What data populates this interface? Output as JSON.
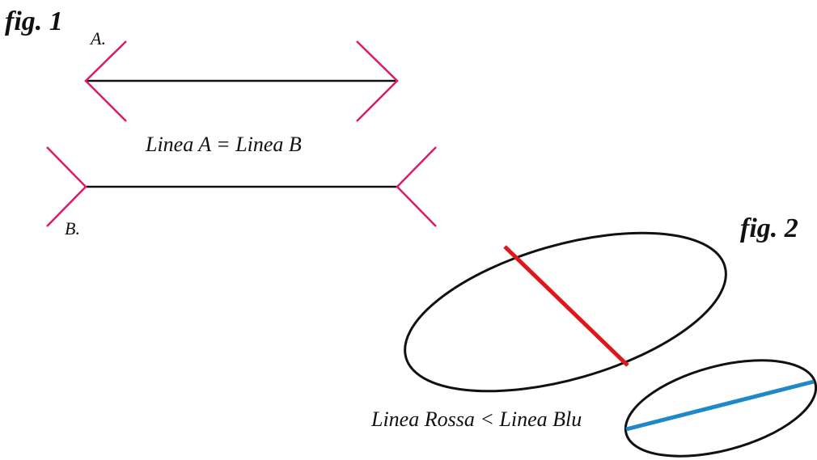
{
  "figure1": {
    "title": "fig. 1",
    "label_a": "A.",
    "label_b": "B.",
    "caption": "Linea A = Linea B"
  },
  "figure2": {
    "title": "fig. 2",
    "caption": "Linea Rossa < Linea Blu"
  },
  "colors": {
    "line": "#111111",
    "fins": "#d81b6a",
    "red_line": "#e0161b",
    "blue_line": "#1f88c9",
    "ellipse_stroke": "#111111",
    "background": "#ffffff"
  }
}
